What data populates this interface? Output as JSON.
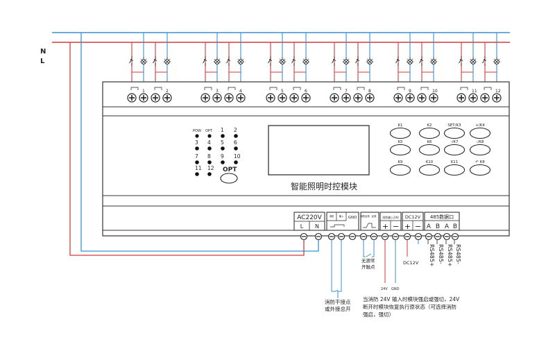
{
  "supply": {
    "n_label": "N",
    "l_label": "L"
  },
  "relay_channels": [
    "1",
    "2",
    "3",
    "4",
    "5",
    "6",
    "7",
    "8",
    "9",
    "10",
    "11",
    "12"
  ],
  "module": {
    "title": "智能照明时控模块",
    "indicators": {
      "pow": "POW",
      "opt": "OPT",
      "channel_leds": [
        "1",
        "2",
        "3",
        "4",
        "5",
        "6",
        "7",
        "8",
        "9",
        "10",
        "11",
        "12"
      ],
      "opt_button": "OPT"
    },
    "keys": [
      "K1",
      "K2",
      "SET/K3",
      "+/K4",
      "K5",
      "K6",
      "-/K7",
      "-/K8",
      "K9",
      "K10",
      "K11",
      "K8"
    ]
  },
  "terminals": {
    "ac_block": {
      "title": "AC220V",
      "l": "L",
      "n": "N"
    },
    "fire_block": {
      "col1": "消防",
      "col2": "输入",
      "gnd": "GND"
    },
    "feedback_block": {
      "col1": "消防反馈",
      "col2": "反馈"
    },
    "fire_out_block": {
      "title": "消防输入24V"
    },
    "dc_block": {
      "title": "DC12V"
    },
    "rs485_block": {
      "title": "485数据口",
      "letters": [
        "A",
        "B",
        "A",
        "B"
      ]
    }
  },
  "annotations": {
    "passive_contact": "无源常开触点",
    "v24": "24V",
    "gnd": "GND",
    "dc12v": "DC12V",
    "rs485_labels": [
      "RS485+",
      "RS485-",
      "RS485+",
      "RS485-"
    ],
    "fire_dry_contact": "消防干接点或外接总开",
    "fire_note_lines": [
      "当消防 24V 输入时模块强启或强切，24V",
      "断开时模块恢复执行原状态（可选择消防",
      "强启，强切）"
    ]
  },
  "colors": {
    "neutral_wire": "#3b8fd1",
    "live_wire": "#d23a3a",
    "outline": "#333333"
  }
}
